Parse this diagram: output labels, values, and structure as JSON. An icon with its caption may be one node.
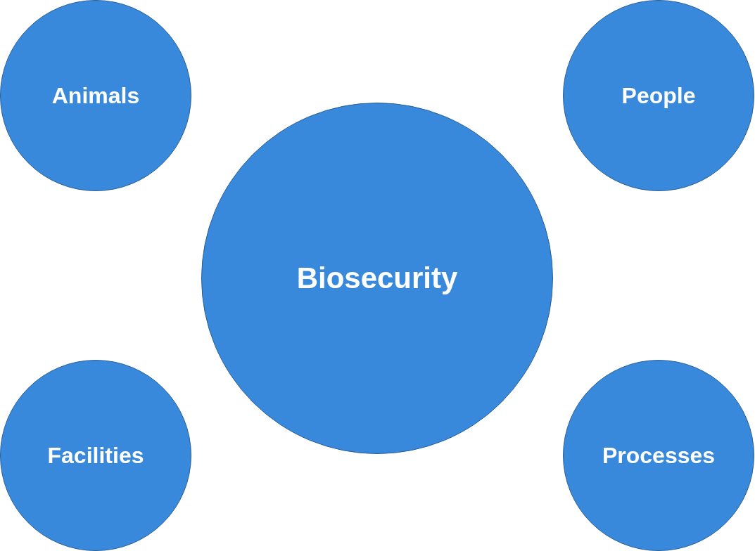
{
  "diagram": {
    "nodes": [
      {
        "text": [
          "Animals"
        ]
      },
      {
        "text": [
          "People"
        ]
      },
      {
        "text": [
          "Biosecurity"
        ]
      },
      {
        "text": [
          "Facilities"
        ]
      },
      {
        "text": [
          "Processes"
        ]
      }
    ]
  }
}
